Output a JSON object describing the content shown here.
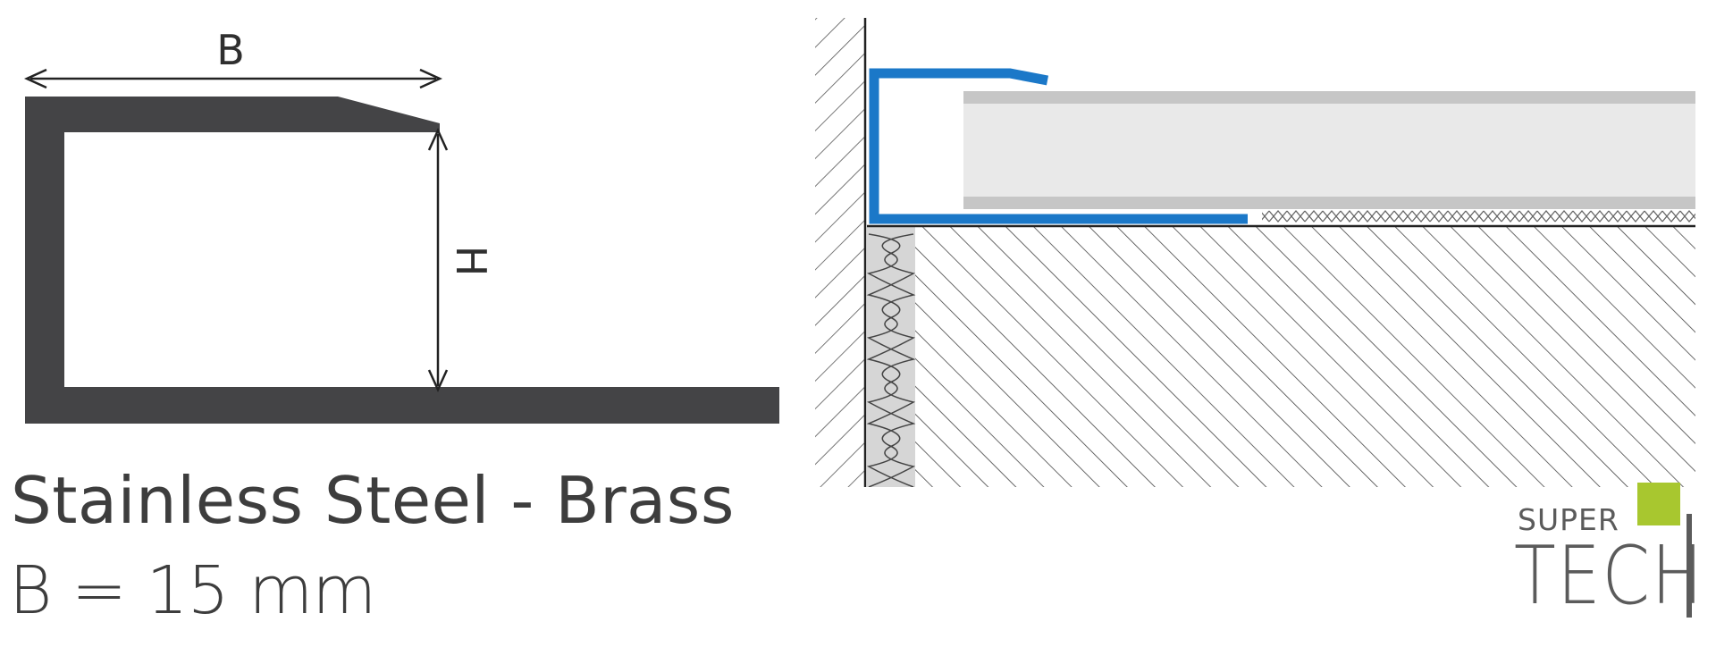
{
  "profile_diagram": {
    "width_label": "B",
    "height_label": "H"
  },
  "caption": {
    "material": "Stainless Steel - Brass",
    "size": "B = 15 mm"
  },
  "logo": {
    "line1": "SUPER",
    "line2": "TECH"
  },
  "colors": {
    "profile_dark": "#444446",
    "profile_blue": "#1b78c8",
    "logo_green": "#a8c72f",
    "logo_gray": "#5b5b5b",
    "text": "#3d3d3d"
  }
}
